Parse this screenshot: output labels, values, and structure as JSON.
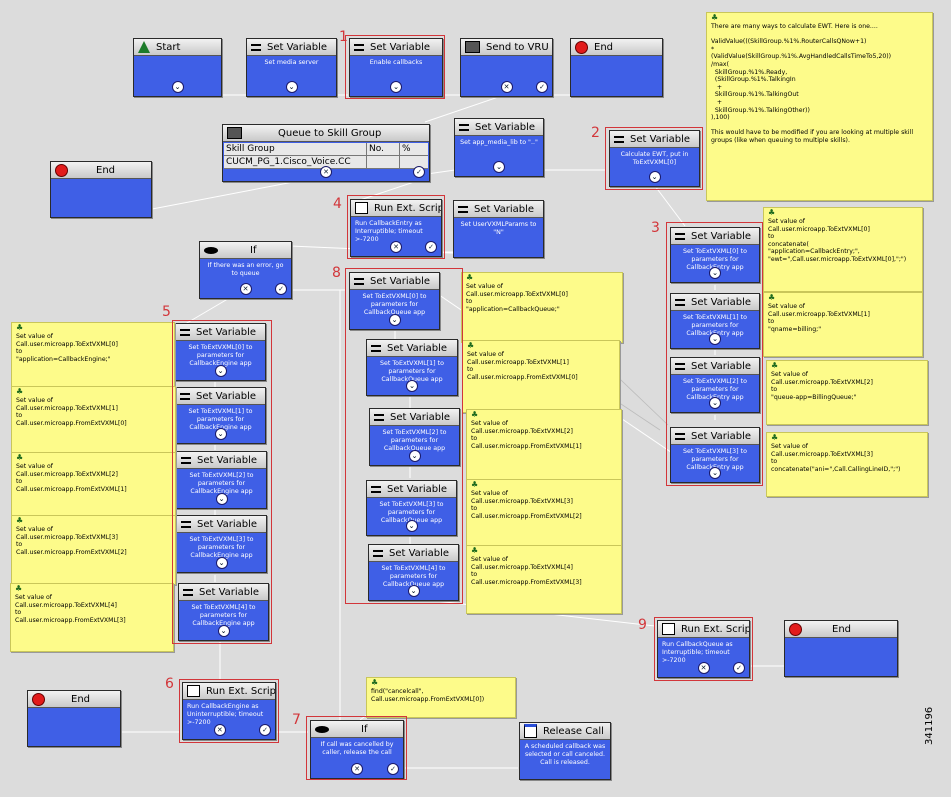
{
  "nodes": {
    "start": {
      "title": "Start"
    },
    "sv_media": {
      "title": "Set Variable",
      "body": "Set media server"
    },
    "sv_enable": {
      "title": "Set Variable",
      "body": "Enable callbacks"
    },
    "send_vru": {
      "title": "Send to VRU"
    },
    "end_top": {
      "title": "End"
    },
    "queue": {
      "title": "Queue to Skill Group",
      "col1": "Skill Group",
      "col2": "No.",
      "col3": "%",
      "row1": "CUCM_PG_1.Cisco_Voice.CC"
    },
    "sv_applib": {
      "title": "Set Variable",
      "body": "Set app_media_lib to \"..\""
    },
    "sv_ewt": {
      "title": "Set Variable",
      "body": "Calculate EWT, put in ToExtVXML[0]"
    },
    "end_left": {
      "title": "End"
    },
    "run_entry": {
      "title": "Run Ext. Script",
      "body": "Run CallbackEntry as Interruptible; timeout >-7200"
    },
    "sv_uservxml": {
      "title": "Set Variable",
      "body": "Set UserVXMLParams to \"N\""
    },
    "if_error": {
      "title": "If",
      "body": "If there was an error, go to queue"
    },
    "sv_e0": {
      "title": "Set Variable",
      "body": "Set ToExtVXML[0] to parameters for CallbackEntry app"
    },
    "sv_e1": {
      "title": "Set Variable",
      "body": "Set ToExtVXML[1] to parameters for CallbackEntry app"
    },
    "sv_e2": {
      "title": "Set Variable",
      "body": "Set ToExtVXML[2] to parameters for CallbackEntry app"
    },
    "sv_e3": {
      "title": "Set Variable",
      "body": "Set ToExtVXML[3] to parameters for CallbackEntry app"
    },
    "sv_q0": {
      "title": "Set Variable",
      "body": "Set ToExtVXML[0] to parameters for CallbackQueue app"
    },
    "sv_q1": {
      "title": "Set Variable",
      "body": "Set ToExtVXML[1] to parameters for CallbackQueue app"
    },
    "sv_q2": {
      "title": "Set Variable",
      "body": "Set ToExtVXML[2] to parameters for CallbackQueue app"
    },
    "sv_q3": {
      "title": "Set Variable",
      "body": "Set ToExtVXML[3] to parameters for CallbackQueue app"
    },
    "sv_q4": {
      "title": "Set Variable",
      "body": "Set ToExtVXML[4] to parameters for CallbackQueue app"
    },
    "sv_g0": {
      "title": "Set Variable",
      "body": "Set ToExtVXML[0] to parameters for CallbackEngine app"
    },
    "sv_g1": {
      "title": "Set Variable",
      "body": "Set ToExtVXML[1] to parameters for CallbackEngine app"
    },
    "sv_g2": {
      "title": "Set Variable",
      "body": "Set ToExtVXML[2] to parameters for CallbackEngine app"
    },
    "sv_g3": {
      "title": "Set Variable",
      "body": "Set ToExtVXML[3] to parameters for CallbackEngine app"
    },
    "sv_g4": {
      "title": "Set Variable",
      "body": "Set ToExtVXML[4] to parameters for CallbackEngine app"
    },
    "run_queue": {
      "title": "Run Ext. Script",
      "body": "Run CallbackQueue as Interruptible; timeout >-7200"
    },
    "end_right": {
      "title": "End"
    },
    "run_engine": {
      "title": "Run Ext. Script",
      "body": "Run CallbackEngine as Uninterruptible; timeout >-7200"
    },
    "end_bottom": {
      "title": "End"
    },
    "if_cancel": {
      "title": "If",
      "body": "If call was cancelled by caller, release the call"
    },
    "release": {
      "title": "Release Call",
      "body": "A scheduled callback was selected or call canceled. Call is released."
    }
  },
  "notes": {
    "ewt": "There are many ways to calculate EWT. Here is one....\n\nValidValue(((SkillGroup.%1%.RouterCallsQNow+1)\n*\n(ValidValue(SkillGroup.%1%.AvgHandledCallsTimeTo5,20))\n/max(\n  SkillGroup.%1%.Ready,\n  (SkillGroup.%1%.TalkingIn\n   +\n  SkillGroup.%1%.TalkingOut\n   +\n  SkillGroup.%1%.TalkingOther))\n),100)\n\nThis would have to be modified if you are looking at multiple skill\ngroups (like when queuing to multiple skills).",
    "e0": "Set value of\nCall.user.microapp.ToExtVXML[0]\nto\nconcatenate(\n\"application=CallbackEntry;\",\n\"ewt=\",Call.user.microapp.ToExtVXML[0],\";\")",
    "e1": "Set value of\nCall.user.microapp.ToExtVXML[1]\nto\n\"qname=billing;\"",
    "e2": "Set value of\nCall.user.microapp.ToExtVXML[2]\nto\n\"queue-app=BillingQueue;\"",
    "e3": "Set value of\nCall.user.microapp.ToExtVXML[3]\nto\nconcatenate(\"ani=\",Call.CallingLineID,\";\")",
    "q0": "Set value of\nCall.user.microapp.ToExtVXML[0]\nto\n\"application=CallbackQueue;\"",
    "q1": "Set value of\nCall.user.microapp.ToExtVXML[1]\nto\nCall.user.microapp.FromExtVXML[0]",
    "q2": "Set value of\nCall.user.microapp.ToExtVXML[2]\nto\nCall.user.microapp.FromExtVXML[1]",
    "q3": "Set value of\nCall.user.microapp.ToExtVXML[3]\nto\nCall.user.microapp.FromExtVXML[2]",
    "q4": "Set value of\nCall.user.microapp.ToExtVXML[4]\nto\nCall.user.microapp.FromExtVXML[3]",
    "g0": "Set value of\nCall.user.microapp.ToExtVXML[0]\nto\n\"application=CallbackEngine;\"",
    "g1": "Set value of\nCall.user.microapp.ToExtVXML[1]\nto\nCall.user.microapp.FromExtVXML[0]",
    "g2": "Set value of\nCall.user.microapp.ToExtVXML[2]\nto\nCall.user.microapp.FromExtVXML[1]",
    "g3": "Set value of\nCall.user.microapp.ToExtVXML[3]\nto\nCall.user.microapp.FromExtVXML[2]",
    "g4": "Set value of\nCall.user.microapp.ToExtVXML[4]\nto\nCall.user.microapp.FromExtVXML[3]",
    "cancel": "find(\"cancelcall\",\nCall.user.microapp.FromExtVXML[0])"
  },
  "labels": [
    "1",
    "2",
    "3",
    "4",
    "5",
    "6",
    "7",
    "8",
    "9"
  ],
  "figure_id": "341196"
}
